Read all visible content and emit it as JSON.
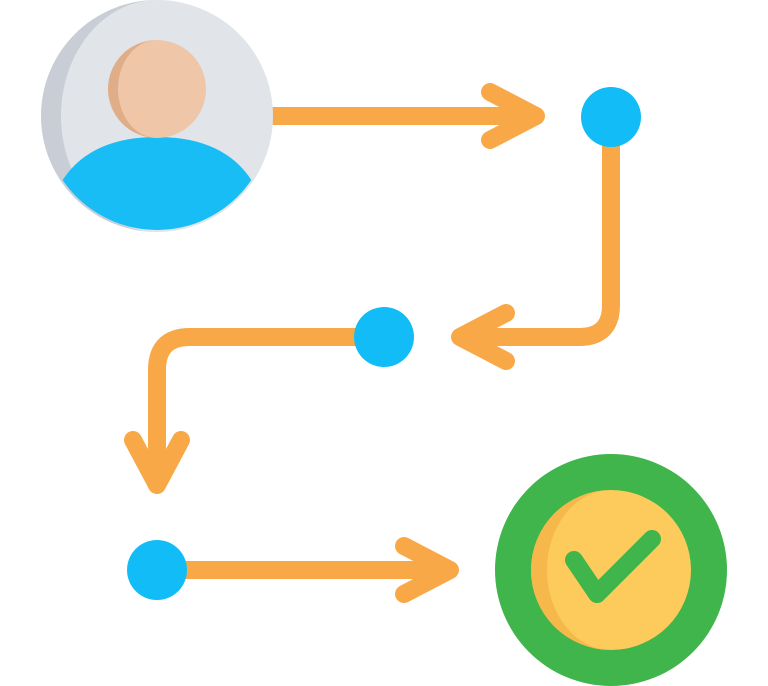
{
  "diagram": {
    "start_icon": "user-avatar-icon",
    "end_icon": "checkmark-success-icon",
    "node_icon": "flow-node-dot",
    "connector_style": "orange-arrow",
    "steps": [
      {
        "id": "start",
        "kind": "user-avatar"
      },
      {
        "id": "node-1",
        "kind": "dot"
      },
      {
        "id": "node-2",
        "kind": "dot"
      },
      {
        "id": "node-3",
        "kind": "dot"
      },
      {
        "id": "end",
        "kind": "success-check"
      }
    ],
    "colors": {
      "background": "#ffffff",
      "connector": "#F9A847",
      "node": "#12BDF7",
      "avatar_ring_light": "#E1E4E8",
      "avatar_ring_shadow": "#C9CED6",
      "avatar_skin": "#EFC7A8",
      "avatar_skin_shadow": "#DFAE89",
      "avatar_body": "#18BDF5",
      "avatar_body_shadow": "#0CA9E3",
      "success_ring": "#3FB54B",
      "success_inner": "#FDCB5B",
      "success_inner_shadow": "#F6B84A",
      "check_mark": "#3FB54B"
    }
  }
}
